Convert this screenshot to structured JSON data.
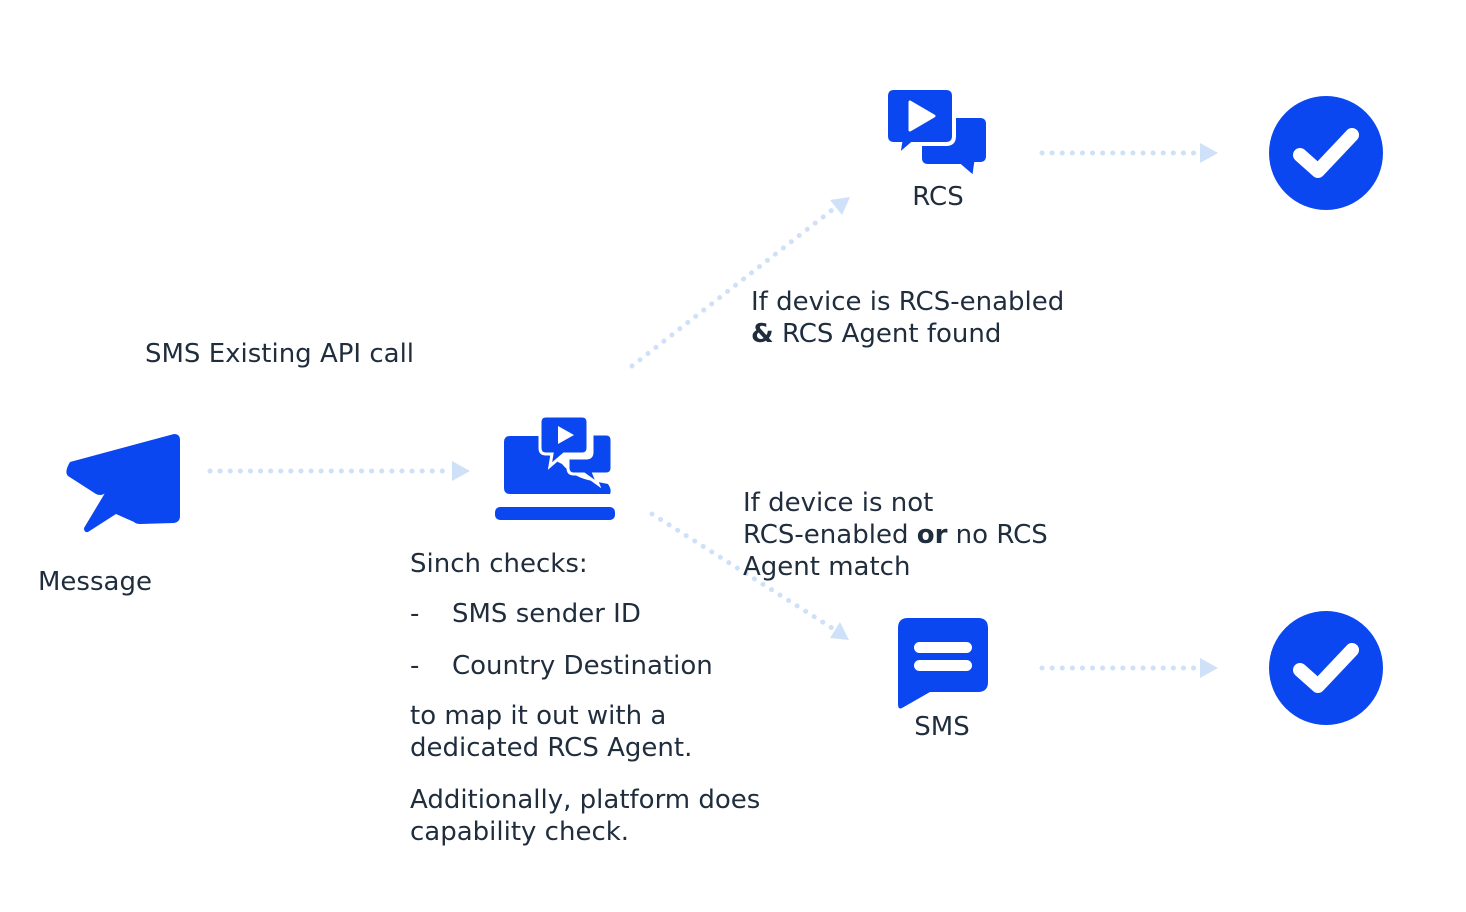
{
  "colors": {
    "brand_blue": "#0a47f0",
    "arrow": "#cfe1f8",
    "text": "#1f2d3d"
  },
  "nodes": {
    "message": {
      "label": "Message",
      "icon": "paper-plane-icon"
    },
    "sinch": {
      "icon": "laptop-chat-icon"
    },
    "rcs": {
      "label": "RCS",
      "icon": "chat-video-bubbles-icon"
    },
    "sms": {
      "label": "SMS",
      "icon": "message-lines-icon"
    },
    "rcs_result": {
      "icon": "check-circle-icon"
    },
    "sms_result": {
      "icon": "check-circle-icon"
    }
  },
  "annotations": {
    "api_call": "SMS Existing API call",
    "rcs_condition": {
      "line1": "If device is RCS-enabled",
      "line2_bold": "&",
      "line2_rest": " RCS Agent found"
    },
    "sms_condition": {
      "line1": "If device is not",
      "line2_pre": "RCS-enabled ",
      "line2_bold": "or",
      "line2_post": " no RCS",
      "line3": "Agent match"
    },
    "sinch_checks": {
      "title": "Sinch checks:",
      "bullets": [
        {
          "dash": "-",
          "text": "SMS sender ID"
        },
        {
          "dash": "-",
          "text": "Country Destination"
        }
      ],
      "mapping_line1": "to map it out with a",
      "mapping_line2": "dedicated RCS Agent.",
      "additional_line1": "Additionally, platform does",
      "additional_line2": "capability check."
    }
  }
}
